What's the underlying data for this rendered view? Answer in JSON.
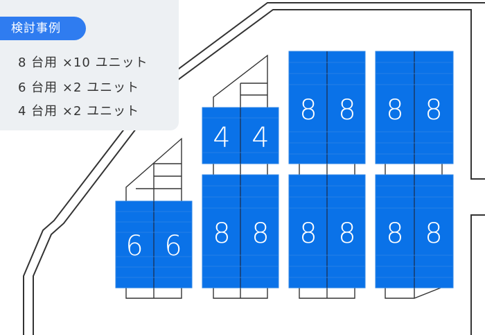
{
  "legend": {
    "title": "検討事例",
    "lines": [
      "8 台用 ×10 ユニット",
      "6 台用 ×2 ユニット",
      "4 台用 ×2 ユニット"
    ]
  },
  "colors": {
    "unit_fill": "#0a72e8",
    "unit_stroke": "#2f86e6",
    "legend_tag": "#2f7cf0",
    "legend_bg": "#edf0f3"
  },
  "units": {
    "six_left": "6",
    "six_right": "6",
    "four_left": "4",
    "four_right": "4",
    "g1_left": "8",
    "g1_right": "8",
    "g2_left": "8",
    "g2_right": "8",
    "g3_left": "8",
    "g3_right": "8",
    "g4_left": "8",
    "g4_right": "8",
    "g5_left": "8",
    "g5_right": "8"
  }
}
